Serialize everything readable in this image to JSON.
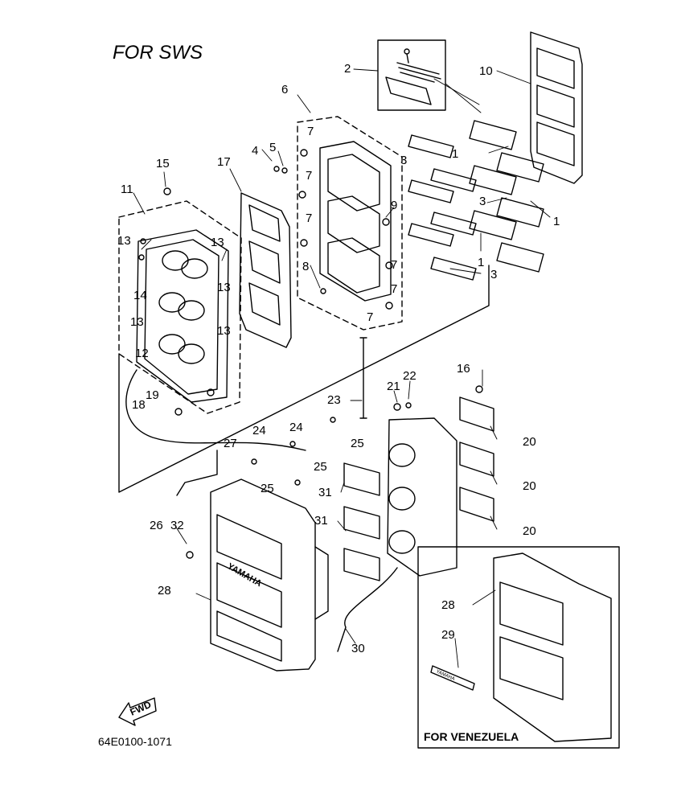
{
  "diagram": {
    "title": "FOR SWS",
    "drawing_code": "64E0100-1071",
    "inset_caption": "FOR VENEZUELA",
    "fwd_badge": "FWD",
    "cover_brand": "YAMAHA",
    "decal_brand": "YAMAHA",
    "callouts": [
      "1",
      "2",
      "3",
      "4",
      "5",
      "6",
      "7",
      "8",
      "9",
      "10",
      "11",
      "12",
      "13",
      "14",
      "15",
      "16",
      "17",
      "18",
      "19",
      "20",
      "21",
      "22",
      "23",
      "24",
      "25",
      "26",
      "27",
      "28",
      "29",
      "30",
      "31",
      "32"
    ]
  }
}
